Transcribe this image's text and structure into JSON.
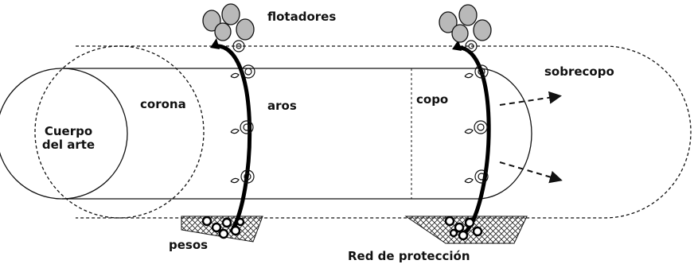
{
  "labels": {
    "flotadores": "flotadores",
    "sobrecopo": "sobrecopo",
    "corona": "corona",
    "aros": "aros",
    "copo": "copo",
    "cuerpo_line1": "Cuerpo",
    "cuerpo_line2": "del arte",
    "pesos": "pesos",
    "red": "Red de protección"
  },
  "colors": {
    "line": "#111111",
    "float_fill": "#b9b9b9",
    "hoop": "#000000"
  }
}
